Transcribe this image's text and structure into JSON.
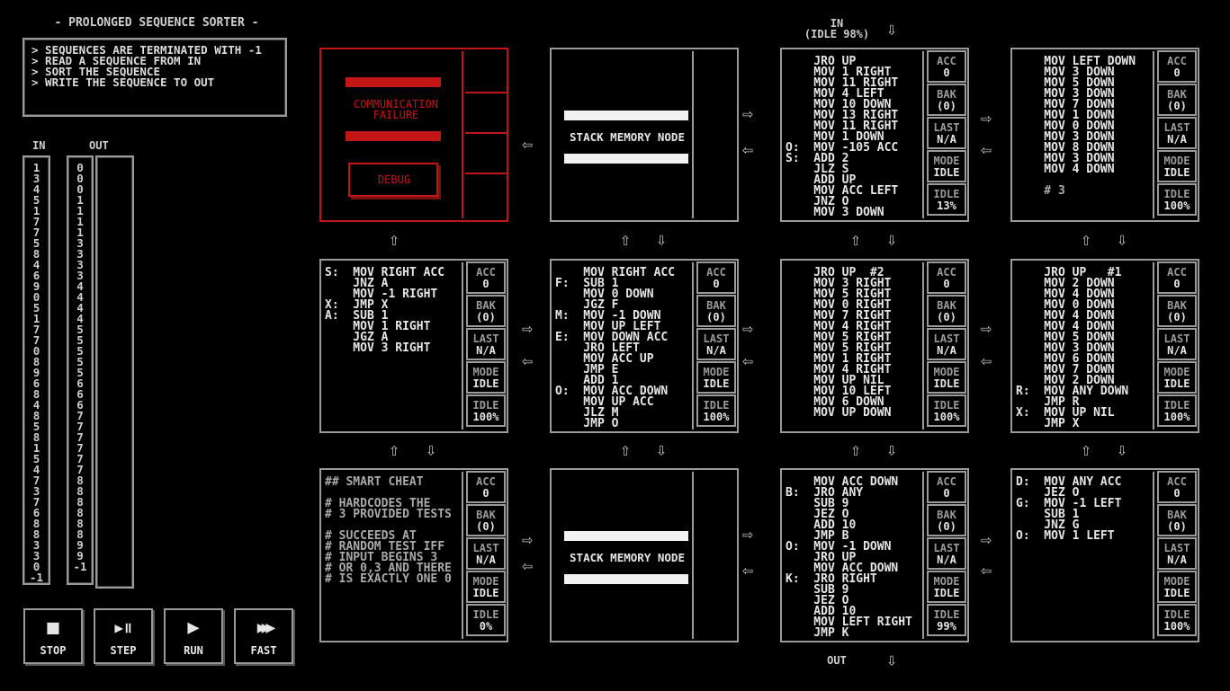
{
  "puzzle_title": "- PROLONGED SEQUENCE SORTER -",
  "description": [
    "> SEQUENCES ARE TERMINATED WITH -1",
    "> READ A SEQUENCE FROM IN",
    "> SORT THE SEQUENCE",
    "> WRITE THE SEQUENCE TO OUT"
  ],
  "io_lists": {
    "in_label": "IN",
    "out_label": "OUT",
    "in_values": [
      "1",
      "3",
      "4",
      "5",
      "1",
      "7",
      "7",
      "5",
      "8",
      "4",
      "6",
      "9",
      "0",
      "5",
      "1",
      "7",
      "7",
      "0",
      "8",
      "9",
      "6",
      "8",
      "4",
      "8",
      "5",
      "8",
      "1",
      "5",
      "4",
      "7",
      "3",
      "7",
      "6",
      "8",
      "8",
      "3",
      "3",
      "0",
      "-1"
    ],
    "out_expected": [
      "0",
      "0",
      "0",
      "1",
      "1",
      "1",
      "1",
      "3",
      "3",
      "3",
      "3",
      "4",
      "4",
      "4",
      "4",
      "5",
      "5",
      "5",
      "5",
      "5",
      "6",
      "6",
      "6",
      "7",
      "7",
      "7",
      "7",
      "7",
      "7",
      "8",
      "8",
      "8",
      "8",
      "8",
      "8",
      "9",
      "9",
      "-1"
    ],
    "out_actual": []
  },
  "controls": [
    {
      "label": "STOP",
      "icon": "stop-icon",
      "glyph": "■"
    },
    {
      "label": "STEP",
      "icon": "step-icon",
      "glyph": "▶॥"
    },
    {
      "label": "RUN",
      "icon": "run-icon",
      "glyph": "▶"
    },
    {
      "label": "FAST",
      "icon": "fast-icon",
      "glyph": "▶▶▶"
    }
  ],
  "top_io": {
    "label": "IN",
    "status": "(IDLE 98%)"
  },
  "bottom_io": {
    "label": "OUT"
  },
  "failed_node": {
    "message_1": "COMMUNICATION",
    "message_2": "FAILURE",
    "debug_label": "DEBUG"
  },
  "stack_label": "STACK MEMORY NODE",
  "register_labels": {
    "acc": "ACC",
    "bak": "BAK",
    "last": "LAST",
    "mode": "MODE",
    "idle": "IDLE"
  },
  "nodes": [
    {
      "type": "failed"
    },
    {
      "type": "stack"
    },
    {
      "type": "compute",
      "acc": "0",
      "bak": "(0)",
      "last": "N/A",
      "mode": "IDLE",
      "idle": "13%",
      "code": [
        "    JRO UP",
        "    MOV 1 RIGHT",
        "    MOV 11 RIGHT",
        "    MOV 4 LEFT",
        "    MOV 10 DOWN",
        "    MOV 13 RIGHT",
        "    MOV 11 RIGHT",
        "    MOV 1 DOWN",
        "O:  MOV -105 ACC",
        "S:  ADD 2",
        "    JLZ S",
        "    ADD UP",
        "    MOV ACC LEFT",
        "    JNZ O",
        "    MOV 3 DOWN"
      ]
    },
    {
      "type": "compute",
      "acc": "0",
      "bak": "(0)",
      "last": "N/A",
      "mode": "IDLE",
      "idle": "100%",
      "code": [
        "    MOV LEFT DOWN",
        "    MOV 3 DOWN",
        "    MOV 5 DOWN",
        "    MOV 3 DOWN",
        "    MOV 7 DOWN",
        "    MOV 1 DOWN",
        "    MOV 0 DOWN",
        "    MOV 3 DOWN",
        "    MOV 8 DOWN",
        "    MOV 3 DOWN",
        "    MOV 4 DOWN",
        "",
        "    # 3"
      ]
    },
    {
      "type": "compute",
      "acc": "0",
      "bak": "(0)",
      "last": "N/A",
      "mode": "IDLE",
      "idle": "100%",
      "code": [
        "S:  MOV RIGHT ACC",
        "    JNZ A",
        "    MOV -1 RIGHT",
        "X:  JMP X",
        "A:  SUB 1",
        "    MOV 1 RIGHT",
        "    JGZ A",
        "    MOV 3 RIGHT"
      ]
    },
    {
      "type": "compute",
      "acc": "0",
      "bak": "(0)",
      "last": "N/A",
      "mode": "IDLE",
      "idle": "100%",
      "code": [
        "    MOV RIGHT ACC",
        "F:  SUB 1",
        "    MOV 0 DOWN",
        "    JGZ F",
        "M:  MOV -1 DOWN",
        "    MOV UP LEFT",
        "E:  MOV DOWN ACC",
        "    JRO LEFT",
        "    MOV ACC UP",
        "    JMP E",
        "    ADD 1",
        "O:  MOV ACC DOWN",
        "    MOV UP ACC",
        "    JLZ M",
        "    JMP O"
      ]
    },
    {
      "type": "compute",
      "acc": "0",
      "bak": "(0)",
      "last": "N/A",
      "mode": "IDLE",
      "idle": "100%",
      "code": [
        "    JRO UP  #2",
        "    MOV 3 RIGHT",
        "    MOV 5 RIGHT",
        "    MOV 0 RIGHT",
        "    MOV 7 RIGHT",
        "    MOV 4 RIGHT",
        "    MOV 5 RIGHT",
        "    MOV 5 RIGHT",
        "    MOV 1 RIGHT",
        "    MOV 4 RIGHT",
        "    MOV UP NIL",
        "    MOV 10 LEFT",
        "    MOV 6 DOWN",
        "    MOV UP DOWN"
      ]
    },
    {
      "type": "compute",
      "acc": "0",
      "bak": "(0)",
      "last": "N/A",
      "mode": "IDLE",
      "idle": "100%",
      "code": [
        "    JRO UP   #1",
        "    MOV 2 DOWN",
        "    MOV 4 DOWN",
        "    MOV 0 DOWN",
        "    MOV 4 DOWN",
        "    MOV 4 DOWN",
        "    MOV 5 DOWN",
        "    MOV 3 DOWN",
        "    MOV 6 DOWN",
        "    MOV 7 DOWN",
        "    MOV 2 DOWN",
        "R:  MOV ANY DOWN",
        "    JMP R",
        "X:  MOV UP NIL",
        "    JMP X"
      ]
    },
    {
      "type": "compute",
      "acc": "0",
      "bak": "(0)",
      "last": "N/A",
      "mode": "IDLE",
      "idle": "0%",
      "code": [
        "## SMART CHEAT",
        "",
        "# HARDCODES THE",
        "# 3 PROVIDED TESTS",
        "",
        "# SUCCEEDS AT",
        "# RANDOM TEST IFF",
        "# INPUT BEGINS 3",
        "# OR 0,3 AND THERE",
        "# IS EXACTLY ONE 0"
      ]
    },
    {
      "type": "stack"
    },
    {
      "type": "compute",
      "acc": "0",
      "bak": "(0)",
      "last": "N/A",
      "mode": "IDLE",
      "idle": "99%",
      "code": [
        "    MOV ACC DOWN",
        "B:  JRO ANY",
        "    SUB 9",
        "    JEZ O",
        "    ADD 10",
        "    JMP B",
        "O:  MOV -1 DOWN",
        "    JRO UP",
        "    MOV ACC DOWN",
        "K:  JRO RIGHT",
        "    SUB 9",
        "    JEZ O",
        "    ADD 10",
        "    MOV LEFT RIGHT",
        "    JMP K"
      ]
    },
    {
      "type": "compute",
      "acc": "0",
      "bak": "(0)",
      "last": "N/A",
      "mode": "IDLE",
      "idle": "100%",
      "code": [
        "D:  MOV ANY ACC",
        "    JEZ O",
        "G:  MOV -1 LEFT",
        "    SUB 1",
        "    JNZ G",
        "O:  MOV 1 LEFT"
      ]
    }
  ]
}
